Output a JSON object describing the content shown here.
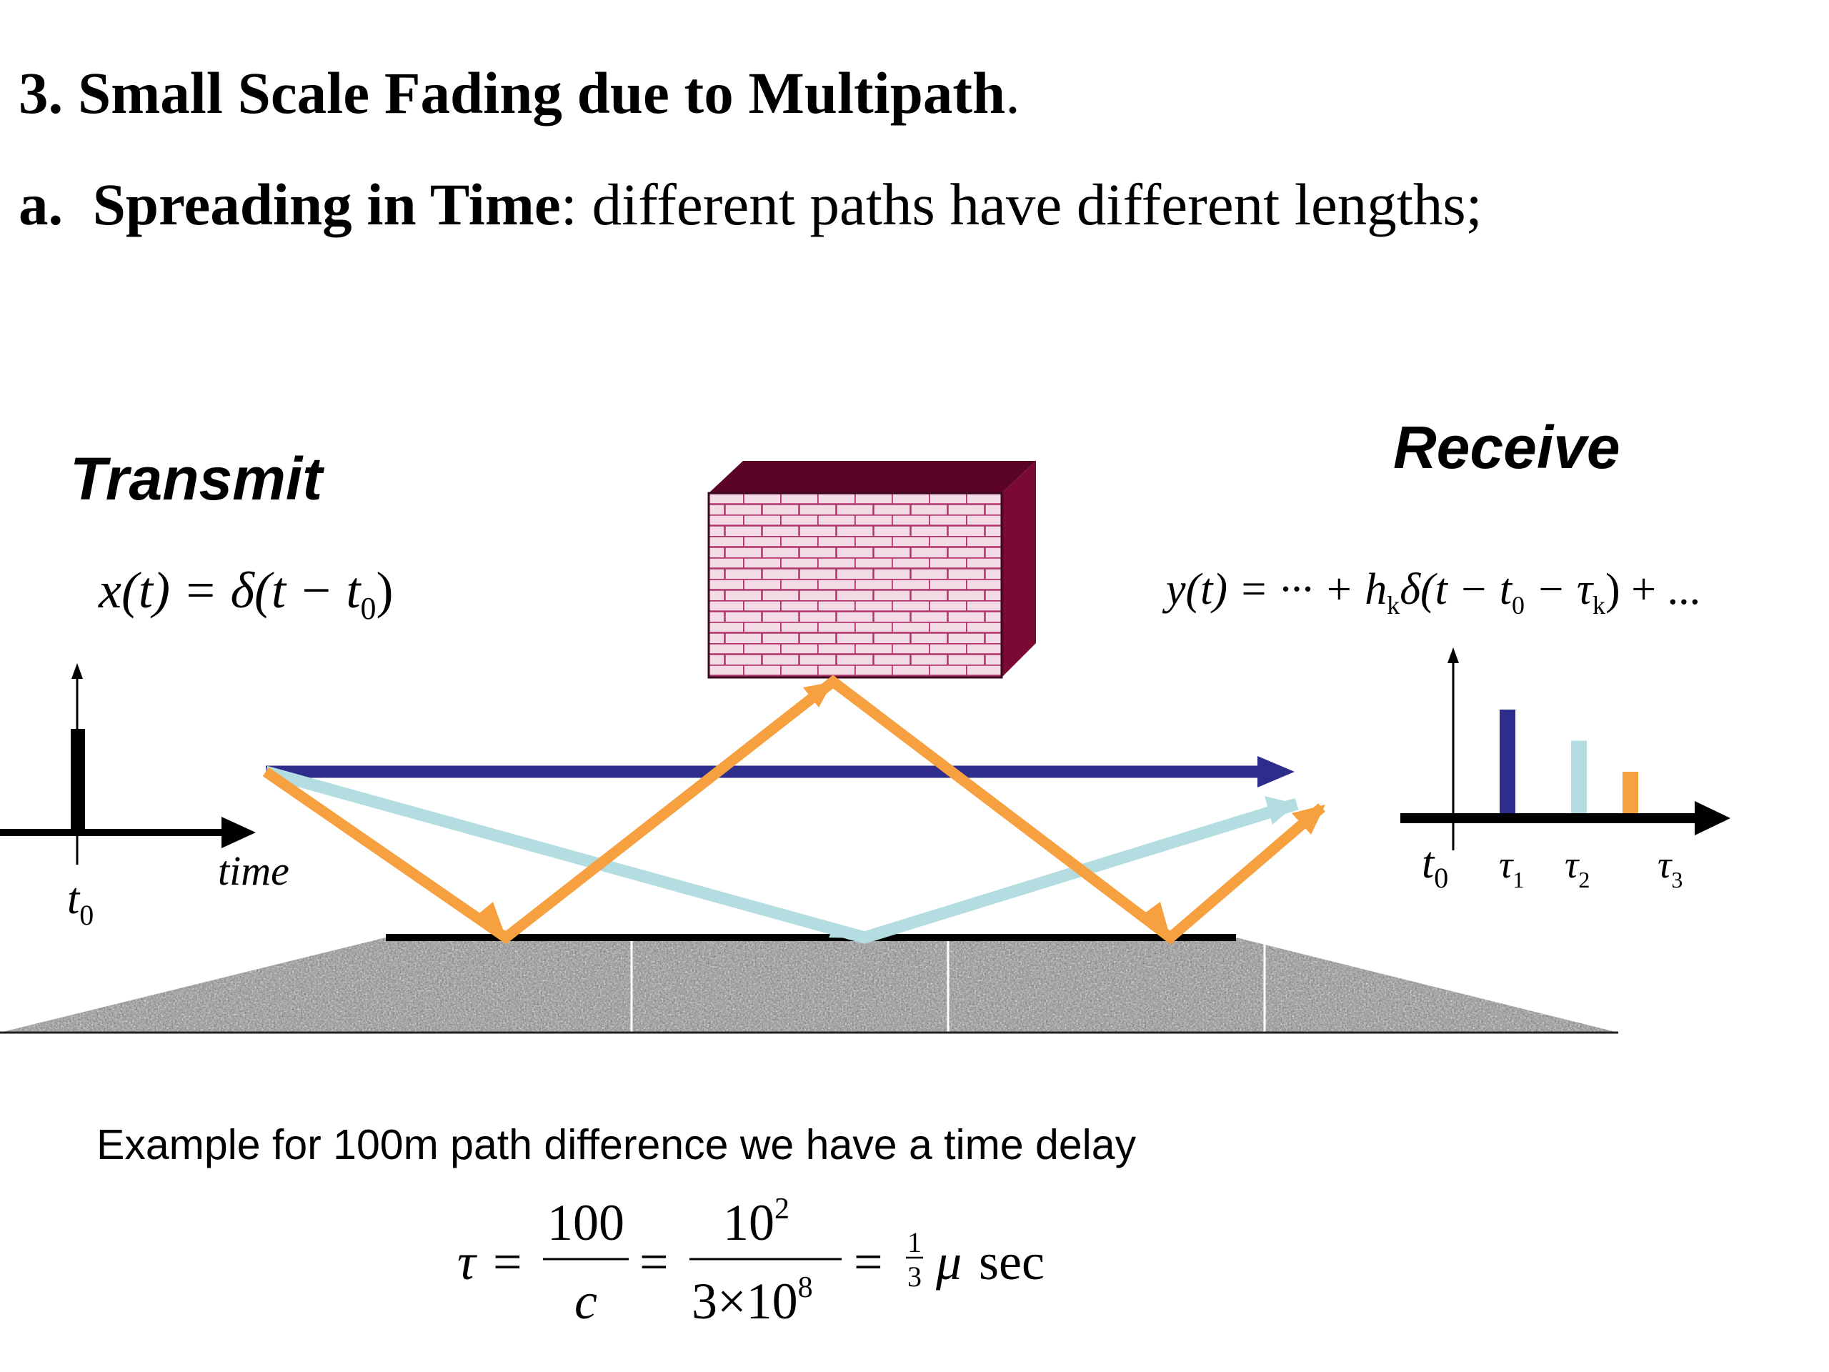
{
  "heading": {
    "section_number": "3.",
    "section_title": "Small Scale Fading due to Multipath",
    "section_period": ".",
    "sub_letter": "a.",
    "sub_title": "Spreading in Time",
    "sub_desc": ": different paths have different lengths;"
  },
  "transmit": {
    "label": "Transmit",
    "eq": {
      "lhs": "x(t) = δ(t − t",
      "sub": "0",
      "rhs": ")"
    },
    "axis_label": "time",
    "tick_t": "t",
    "tick_sub": "0"
  },
  "receive": {
    "label": "Receive",
    "eq": {
      "p1": "y(t) = ··· + h",
      "s1": "k",
      "p2": "δ(t − t",
      "s2": "0",
      "p3": " − τ",
      "s3": "k",
      "p4": ") + ..."
    },
    "ticks": [
      {
        "sym": "t",
        "sub": "0"
      },
      {
        "sym": "τ",
        "sub": "1"
      },
      {
        "sym": "τ",
        "sub": "2"
      },
      {
        "sym": "τ",
        "sub": "3"
      }
    ],
    "impulses": [
      {
        "delay": 1,
        "amplitude": 1.0,
        "color": "#2e2d8c"
      },
      {
        "delay": 2,
        "amplitude": 0.7,
        "color": "#b3dde0"
      },
      {
        "delay": 3,
        "amplitude": 0.4,
        "color": "#f7a040"
      }
    ]
  },
  "paths": {
    "direct_color": "#2e2d8c",
    "ground_reflection_color": "#b3dde0",
    "multi_reflection_color": "#f7a040"
  },
  "building": {
    "front_color": "#f3dbe6",
    "brick_color": "#b0336a",
    "side_color": "#7a0a34",
    "top_color": "#5c0328"
  },
  "example": {
    "text": "Example for 100m path difference we have a time delay",
    "tau": "τ",
    "eq1": "=",
    "frac1_num": "100",
    "frac1_den": "c",
    "eq2": "=",
    "frac2_num": "10",
    "frac2_num_exp": "2",
    "frac2_den": "3×10",
    "frac2_den_exp": "8",
    "eq3": "=",
    "frac3_num": "1",
    "frac3_den": "3",
    "unit_mu": "μ",
    "unit_sec": "sec"
  }
}
